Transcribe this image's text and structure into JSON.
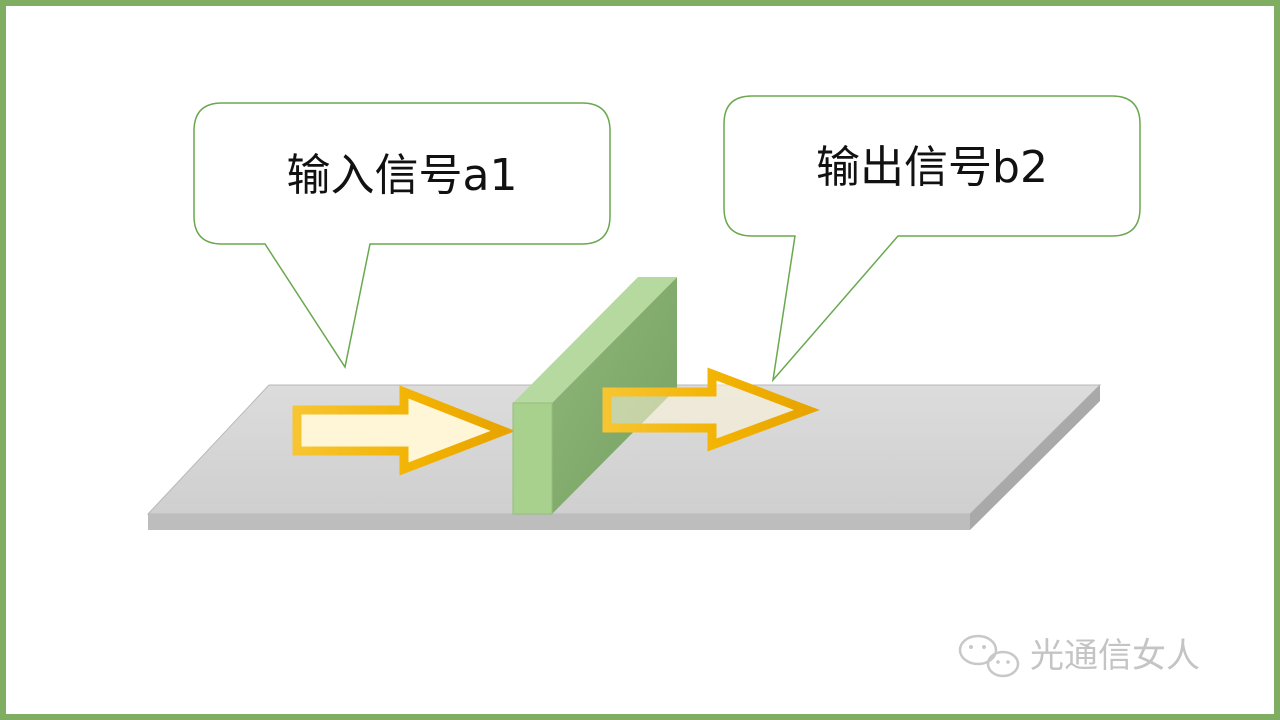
{
  "callouts": {
    "input_label": "输入信号a1",
    "output_label": "输出信号b2"
  },
  "watermark": {
    "text": "光通信女人",
    "icon": "wechat-icon"
  },
  "colors": {
    "frame_border": "#7fae63",
    "callout_border": "#6aa84f",
    "plate_top": "#d3d3d3",
    "wall_face": "#a9d18e",
    "wall_side": "#7fa56b",
    "arrow": "#f2b200"
  }
}
